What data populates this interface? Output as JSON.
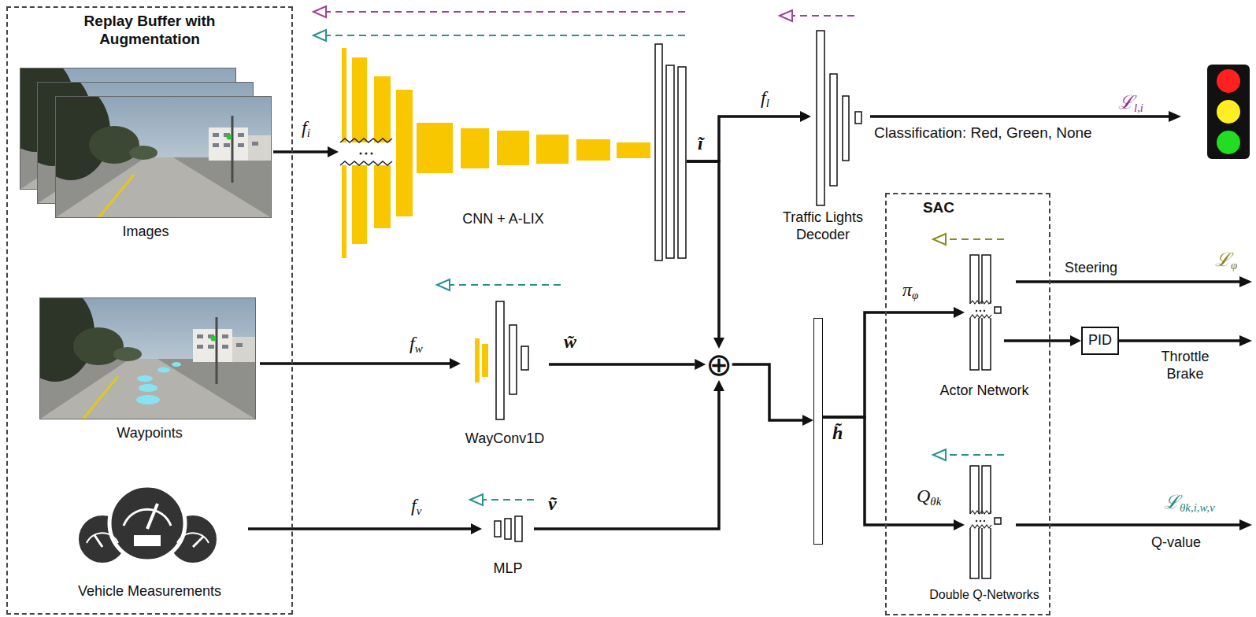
{
  "diagram": {
    "nodes": [
      {
        "text": [
          "Replay Buffer with Augmentation"
        ]
      },
      {
        "text": [
          "Images"
        ],
        "in": 0
      },
      {
        "text": [
          "Waypoints"
        ],
        "in": 0
      },
      {
        "text": [
          "Vehicle Measurements"
        ],
        "in": 0
      },
      {
        "text": [
          "CNN + A-LIX"
        ]
      },
      {
        "text": [
          "WayConv1D"
        ]
      },
      {
        "text": [
          "MLP"
        ]
      },
      {
        "text": [
          "⊕"
        ]
      },
      {
        "text": [
          "Traffic Lights Decoder"
        ]
      },
      {
        "text": [
          "h̃"
        ]
      },
      {
        "text": [
          "SAC"
        ]
      },
      {
        "text": [
          "Actor Network"
        ],
        "in": 10
      },
      {
        "text": [
          "Double Q-Networks"
        ],
        "in": 10
      },
      {
        "text": [
          "PID"
        ]
      }
    ],
    "edges": [
      {
        "from": 1,
        "to": 4,
        "arrow": "to",
        "label": "fi"
      },
      {
        "from": 4,
        "to": 8,
        "arrow": "to",
        "label": "fl"
      },
      {
        "from": 4,
        "to": 7,
        "arrow": "to",
        "label": "ĩ"
      },
      {
        "from": 2,
        "to": 5,
        "arrow": "to",
        "label": "fw"
      },
      {
        "from": 5,
        "to": 7,
        "arrow": "to",
        "label": "w̃"
      },
      {
        "from": 3,
        "to": 6,
        "arrow": "to",
        "label": "fv"
      },
      {
        "from": 6,
        "to": 7,
        "arrow": "to",
        "label": "ṽ"
      },
      {
        "from": 7,
        "to": 9,
        "arrow": "to"
      },
      {
        "from": 9,
        "to": 11,
        "arrow": "to",
        "label": "πφ"
      },
      {
        "from": 9,
        "to": 12,
        "arrow": "to",
        "label": "Qθk"
      },
      {
        "from": 11,
        "to": 13,
        "arrow": "to"
      }
    ],
    "labels": [
      "Classification: Red, Green, None",
      "ℒl,i",
      "Steering",
      "ℒφ",
      "Throttle Brake",
      "Q-value",
      "ℒθk,i,w,v"
    ]
  }
}
